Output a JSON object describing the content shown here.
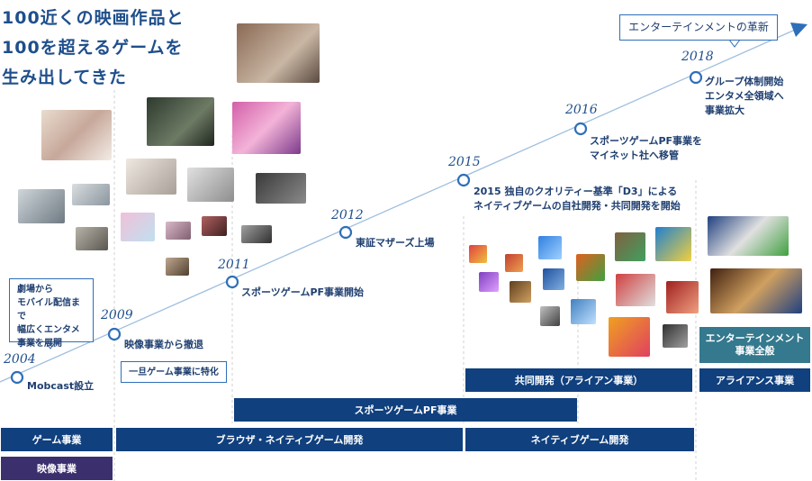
{
  "headline": [
    "100近くの映画作品と",
    "100を超えるゲームを",
    "生み出してきた"
  ],
  "top_callout": "エンターテインメントの革新",
  "milestones": [
    {
      "year": "2004",
      "event": "Mobcast設立"
    },
    {
      "year": "2009",
      "event": "映像事業から撤退"
    },
    {
      "year": "2011",
      "event": "スポーツゲームPF事業開始"
    },
    {
      "year": "2012",
      "event": "東証マザーズ上場"
    },
    {
      "year": "2015",
      "event_lines": [
        "2015 独自のクオリティー基準「D3」による",
        "ネイティブゲームの自社開発・共同開発を開始"
      ]
    },
    {
      "year": "2016",
      "event_lines": [
        "スポーツゲームPF事業を",
        "マイネット社へ移管"
      ]
    },
    {
      "year": "2018",
      "event_lines": [
        "グループ体制開始",
        "エンタメ全領域へ",
        "事業拡大"
      ]
    }
  ],
  "left_callout": [
    "劇場から",
    "モバイル配信まで",
    "幅広くエンタメ",
    "事業を展開"
  ],
  "boxed_note": "一旦ゲーム事業に特化",
  "bars": {
    "game_business": "ゲーム事業",
    "video_business": "映像事業",
    "browser_native": "ブラウザ・ネイティブゲーム開発",
    "sports_pf": "スポーツゲームPF事業",
    "native_dev": "ネイティブゲーム開発",
    "joint_dev": "共同開発（アライアン事業）",
    "alliance": "アライアンス事業",
    "entertainment_all": [
      "エンターテインメント",
      "事業全般"
    ]
  },
  "colors": {
    "navy": "#10407e",
    "purple": "#3c2f6e",
    "teal": "#34798e",
    "line": "#9fbfdf",
    "accent": "#2f6fb8"
  }
}
